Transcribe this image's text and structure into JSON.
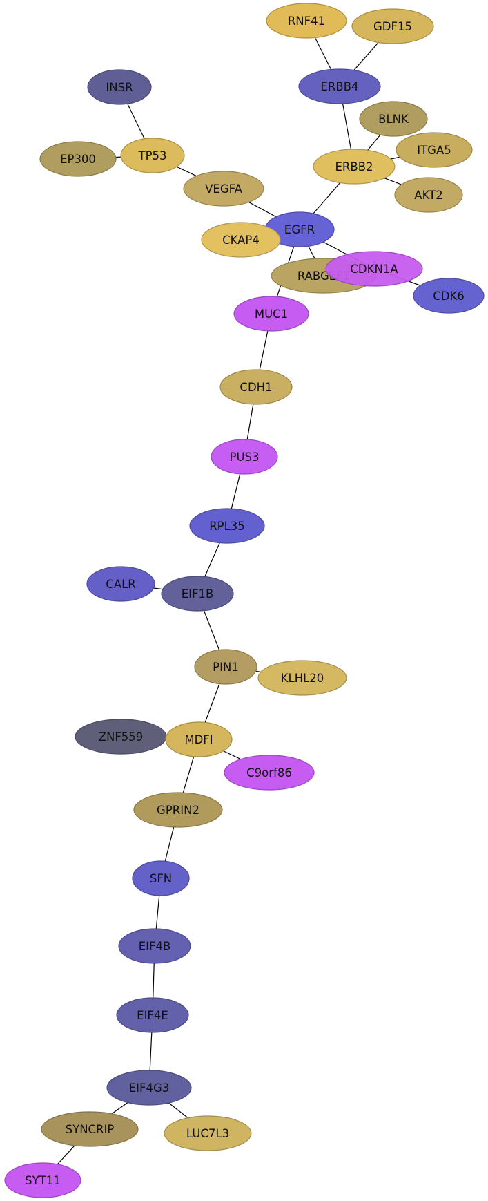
{
  "network": {
    "nodes": [
      {
        "id": "RNF41",
        "label": "RNF41",
        "color": "#e0bb57"
      },
      {
        "id": "GDF15",
        "label": "GDF15",
        "color": "#d6b65d"
      },
      {
        "id": "ERBB4",
        "label": "ERBB4",
        "color": "#6461bf"
      },
      {
        "id": "INSR",
        "label": "INSR",
        "color": "#5f5f95"
      },
      {
        "id": "BLNK",
        "label": "BLNK",
        "color": "#b09e60"
      },
      {
        "id": "ITGA5",
        "label": "ITGA5",
        "color": "#c9ad5f"
      },
      {
        "id": "TP53",
        "label": "TP53",
        "color": "#dbbb5c"
      },
      {
        "id": "EP300",
        "label": "EP300",
        "color": "#b09e60"
      },
      {
        "id": "ERBB2",
        "label": "ERBB2",
        "color": "#e0bf5f"
      },
      {
        "id": "VEGFA",
        "label": "VEGFA",
        "color": "#c2a964"
      },
      {
        "id": "AKT2",
        "label": "AKT2",
        "color": "#c2a964"
      },
      {
        "id": "EGFR",
        "label": "EGFR",
        "color": "#6563d6"
      },
      {
        "id": "CKAP4",
        "label": "CKAP4",
        "color": "#e3c060"
      },
      {
        "id": "RABGEF1",
        "label": "RABGEF1",
        "color": "#b9a561"
      },
      {
        "id": "CDKN1A",
        "label": "CDKN1A",
        "color": "#c65cf0"
      },
      {
        "id": "CDK6",
        "label": "CDK6",
        "color": "#6563d0"
      },
      {
        "id": "MUC1",
        "label": "MUC1",
        "color": "#c65cf2"
      },
      {
        "id": "CDH1",
        "label": "CDH1",
        "color": "#c9af61"
      },
      {
        "id": "PUS3",
        "label": "PUS3",
        "color": "#c75ef4"
      },
      {
        "id": "RPL35",
        "label": "RPL35",
        "color": "#6360d0"
      },
      {
        "id": "CALR",
        "label": "CALR",
        "color": "#6460c8"
      },
      {
        "id": "EIF1B",
        "label": "EIF1B",
        "color": "#62619a"
      },
      {
        "id": "PIN1",
        "label": "PIN1",
        "color": "#b49d62"
      },
      {
        "id": "KLHL20",
        "label": "KLHL20",
        "color": "#d4b862"
      },
      {
        "id": "ZNF559",
        "label": "ZNF559",
        "color": "#5f5f7a"
      },
      {
        "id": "MDFI",
        "label": "MDFI",
        "color": "#d6b65d"
      },
      {
        "id": "C9orf86",
        "label": "C9orf86",
        "color": "#c65cf2"
      },
      {
        "id": "GPRIN2",
        "label": "GPRIN2",
        "color": "#b09b5c"
      },
      {
        "id": "SFN",
        "label": "SFN",
        "color": "#6461c8"
      },
      {
        "id": "EIF4B",
        "label": "EIF4B",
        "color": "#6461b1"
      },
      {
        "id": "EIF4E",
        "label": "EIF4E",
        "color": "#6261a9"
      },
      {
        "id": "EIF4G3",
        "label": "EIF4G3",
        "color": "#62619f"
      },
      {
        "id": "SYNCRIP",
        "label": "SYNCRIP",
        "color": "#a8935d"
      },
      {
        "id": "LUC7L3",
        "label": "LUC7L3",
        "color": "#cfb561"
      },
      {
        "id": "SYT11",
        "label": "SYT11",
        "color": "#c65cf2"
      }
    ],
    "edges": [
      [
        "RNF41",
        "ERBB4"
      ],
      [
        "GDF15",
        "ERBB4"
      ],
      [
        "ERBB4",
        "ERBB2"
      ],
      [
        "INSR",
        "TP53"
      ],
      [
        "EP300",
        "TP53"
      ],
      [
        "TP53",
        "VEGFA"
      ],
      [
        "BLNK",
        "ERBB2"
      ],
      [
        "ITGA5",
        "ERBB2"
      ],
      [
        "AKT2",
        "ERBB2"
      ],
      [
        "ERBB2",
        "EGFR"
      ],
      [
        "VEGFA",
        "EGFR"
      ],
      [
        "EGFR",
        "RABGEF1"
      ],
      [
        "EGFR",
        "CDKN1A"
      ],
      [
        "CDKN1A",
        "CDK6"
      ],
      [
        "EGFR",
        "MUC1"
      ],
      [
        "MUC1",
        "CDH1"
      ],
      [
        "CDH1",
        "PUS3"
      ],
      [
        "PUS3",
        "RPL35"
      ],
      [
        "RPL35",
        "EIF1B"
      ],
      [
        "CALR",
        "EIF1B"
      ],
      [
        "EIF1B",
        "PIN1"
      ],
      [
        "PIN1",
        "KLHL20"
      ],
      [
        "PIN1",
        "MDFI"
      ],
      [
        "ZNF559",
        "MDFI"
      ],
      [
        "MDFI",
        "C9orf86"
      ],
      [
        "MDFI",
        "GPRIN2"
      ],
      [
        "GPRIN2",
        "SFN"
      ],
      [
        "SFN",
        "EIF4B"
      ],
      [
        "EIF4B",
        "EIF4E"
      ],
      [
        "EIF4E",
        "EIF4G3"
      ],
      [
        "EIF4G3",
        "SYNCRIP"
      ],
      [
        "EIF4G3",
        "LUC7L3"
      ],
      [
        "SYNCRIP",
        "SYT11"
      ]
    ]
  }
}
